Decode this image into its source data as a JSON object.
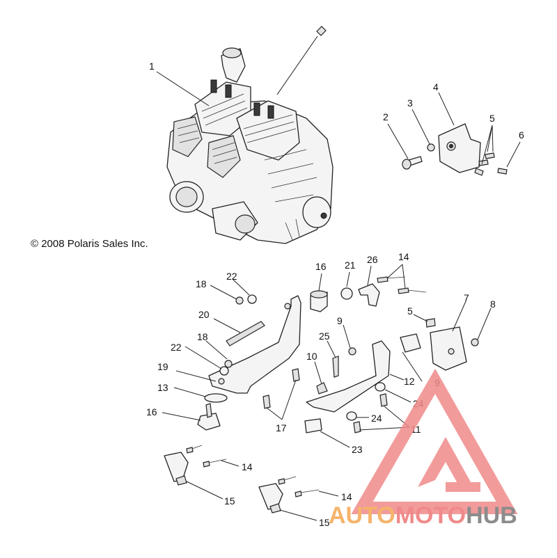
{
  "copyright": "© 2008 Polaris Sales Inc.",
  "callouts": {
    "c1": "1",
    "c2": "2",
    "c3": "3",
    "c4": "4",
    "c5a": "5",
    "c6": "6",
    "c16a": "16",
    "c21": "21",
    "c26": "26",
    "c14a": "14",
    "c18a": "18",
    "c22a": "22",
    "c20": "20",
    "c9a": "9",
    "c5b": "5",
    "c7": "7",
    "c8": "8",
    "c25": "25",
    "c22b": "22",
    "c18b": "18",
    "c10": "10",
    "c19": "19",
    "c12": "12",
    "c9b": "9",
    "c13": "13",
    "c24a": "24",
    "c16b": "16",
    "c17": "17",
    "c24b": "24",
    "c11": "11",
    "c23": "23",
    "c14b": "14",
    "c15a": "15",
    "c14c": "14",
    "c15b": "15"
  },
  "watermark": {
    "auto": "AUTO",
    "moto": "MOTO",
    "hub": "HUB",
    "colors": {
      "auto": "#f5b36b",
      "moto": "#f08a8a",
      "hub": "#8c8c8c",
      "logo": "#f08a8a"
    }
  }
}
